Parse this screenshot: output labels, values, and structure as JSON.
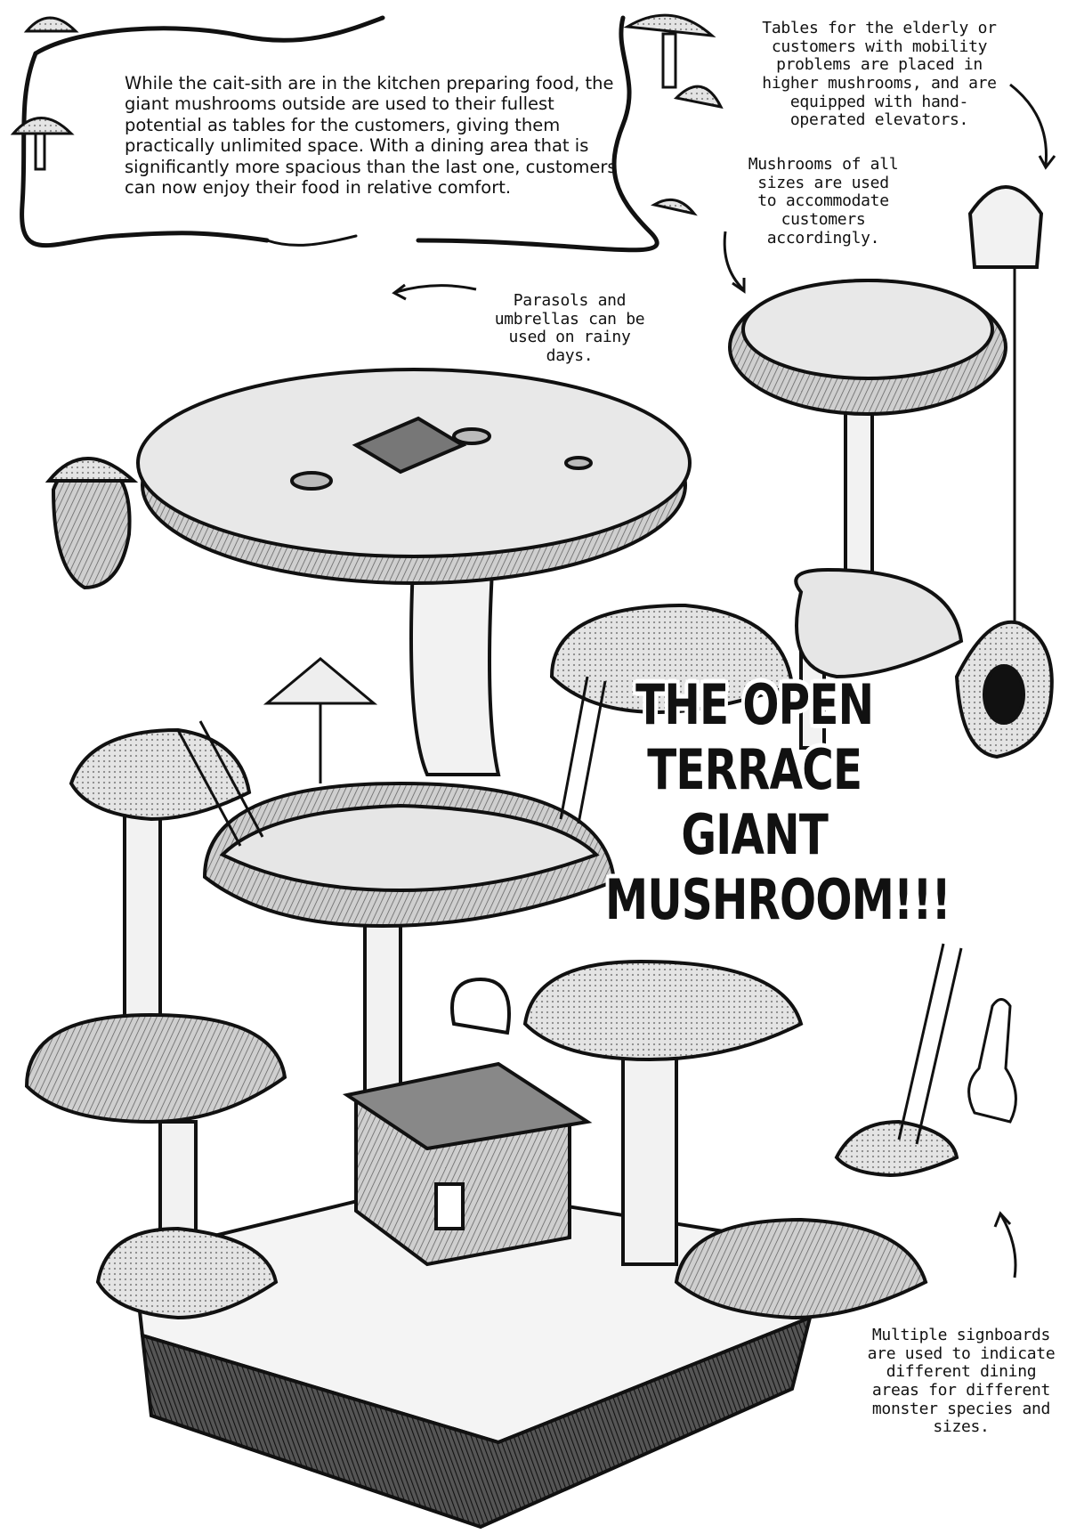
{
  "intro": {
    "text": "While the cait-sith are in the kitchen preparing food, the giant mushrooms outside are used to their fullest potential as tables for the customers, giving them practically unlimited space. With a dining area that is significantly more spacious than the last one, customers can now enjoy their food in relative comfort."
  },
  "notes": {
    "elevators": "Tables for the elderly or customers with mobility problems are placed in higher mushrooms, and are equipped with hand-operated elevators.",
    "sizes": "Mushrooms of all sizes are used to accommodate customers accordingly.",
    "parasols": "Parasols and umbrellas can be used on rainy days.",
    "signboards": "Multiple signboards are used to indicate different dining areas for different monster species and sizes."
  },
  "title": {
    "line1": "THE OPEN",
    "line2": "TERRACE GIANT",
    "line3": "MUSHROOM!!!"
  },
  "colors": {
    "ink": "#111111",
    "paper": "#ffffff",
    "tone_light": "#d9d9d9",
    "tone_mid": "#a8a8a8",
    "tone_dark": "#555555"
  }
}
